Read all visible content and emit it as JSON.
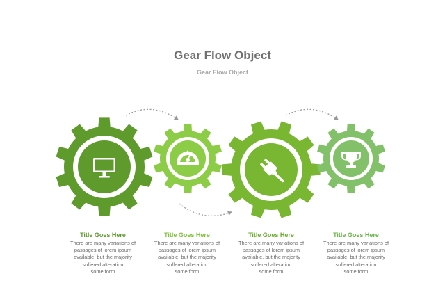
{
  "header": {
    "title": "Gear Flow Object",
    "subtitle": "Gear Flow Object"
  },
  "colors": {
    "gear_dark": "#5f9a2c",
    "gear_light": "#8ccc47",
    "gear_mid": "#79b733",
    "gear_pale": "#82c169",
    "arrow": "#9a9a9a",
    "title_text": "#6f6f6f",
    "subtitle_text": "#a8a8a8"
  },
  "steps": [
    {
      "icon": "monitor-icon",
      "color": "#5f9a2c",
      "title": "Title Goes Here",
      "body": [
        "There are many variations of",
        "passages of lorem ipsum",
        "available, but the majority",
        "suffered alteration",
        "some form"
      ]
    },
    {
      "icon": "gauge-icon",
      "color": "#8ccc47",
      "title": "Title Goes Here",
      "body": [
        "There are many variations of",
        "passages of lorem ipsum",
        "available, but the majority",
        "suffered alteration",
        "some form"
      ]
    },
    {
      "icon": "plug-icon",
      "color": "#79b733",
      "title": "Title Goes Here",
      "body": [
        "There are many variations of",
        "passages of lorem ipsum",
        "available, but the majority",
        "suffered alteration",
        "some form"
      ]
    },
    {
      "icon": "trophy-icon",
      "color": "#82c169",
      "title": "Title Goes Here",
      "body": [
        "There are many variations of",
        "passages of lorem ipsum",
        "available, but the majority",
        "suffered alteration",
        "some form"
      ]
    }
  ]
}
